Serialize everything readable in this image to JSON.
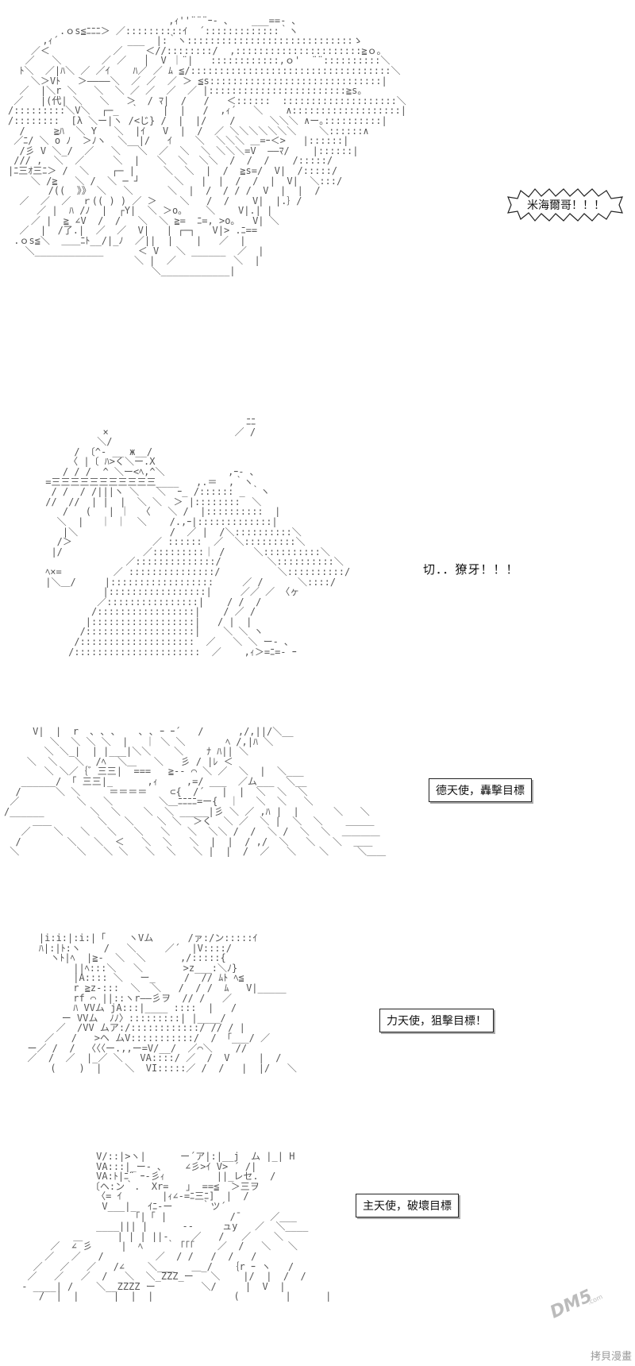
{
  "art": {
    "panel1": "                            ,ｨ''¨¨¨ｰ‐ ､    ___==- ､\n         .ｏs≦ﾆﾆﾆ＞ ／::::::::::ｲ  ´:::::::::::::｀ヽ\n      ,ｨ´            ___  |:｀ヽ:::::::::::::::::::::::::::::ゝ\n    ／＜           ／    ＜//::::::::/  ,::::::::::::::::::::::≧ｏ｡\n   ／   ＼       ／ ／   │  V ｜¨|   ::::::::::::,ｏ'  ¨¨::::::::::＼\n  ﾄ＼  ／|ﾊ＼ ／ ／ｲ    ﾊ／ ／ ﾑ ≦/:::::::::::::::::::::::::::::::::::＼\n    ＼＞Vﾄ   ＞――――＼  ／ ／  ／ ＞ ≦s::::::::::::::::::::::::::::::|\n  ／  |＼r ＼   ＼  ＼ ／ ／  ／  ／ |::::::::::::::::::::::::≧s｡\n ／   |(代| ＼   ＼   ＞  / ﾏ|  /   /   ＜::::::  ::::::::::::::::::::＼\n/:::::::::＼V＼  ┌─_  ｀    |  |   /  ,ｨ´   ＼    ∧:::::::::::::::::::|\n/::::::::  [λ ＼ー|ヽ /<じ} /  |  |/    /      ＼＼＼ ∧ー｡::::::::::|\n  /     ≧ﾊ  ＼ Y   ＼  |ｲ   V  |  /  ／ ＼＼＼＼＼＼＼    ＼::::::∧\n ／ﾆ/ ＼ o ﾉ  ＞ﾉヽ  ＼__|/   ｲ    ＼  ＼＼＼ ＿=ｰ＜>   |::::::|\n  /彡 V ＼_/  ／   ＼   ＼  ／  ＼  ＼ ＼＼＼=V  ――ﾏ/    |::::::|\n /// ,  ＼  ／     ＼  |   ＼  ＼  ＼＼  /  /  /    /:::::/\n|ﾆ三ｵ三ﾆ＞ /  ＼    ┌─ |     ＼  ＼  |  /  ≧s=/  V|  /:::::/\n    ＼ /≧   ＼ /  ＼ ─ ┘      ＼   |  |  /  /  |  V|  ＼:::/\n       /((  》》 ＼   ＼      ＼  |  /  / / /  V  |  |  /\n  ／  ／  ／  ｒ(( ) ) ／ ＞    ＼   /  /    V|  |.｝/\n     ／ |  ﾊ /ﾉ  |  ┌Y|  ＼ ＞o｡    ＼    V|.| |\n    ／ |  ≧ ∠V  /  /   ＼  ＼ ≧=  ﾆ=, >o｡   V| ＼\n  ／  |  /了.|  ／  ／  V|   | ┌─┐   V|> .ﾆ==\n .ｏs≦＼  ＿＿ﾆﾄ__/|_ﾉ  ／||  |    |   ／  |\n   ＼____________      ＜ V   ＼ ______  ／  |\n                      ＼ |  ／          ＼  |\n                         ＼____________|",
    "panel2": "                                    ﾆﾆ\n           ×                      ／ /\n          ＼/\n      / 〔^‐ __ ж__/\n     〈 |〔 ﾊ>く＼ー.X\n    / / /  ^ ＼ー<ﾍ,^＼           ,ｰ‐ ､\n =三三三三三三三三三三三____   ,.＝  ,｀ヽ\n  / /  / /|||ヽ ＼   ＼  ｰ_ /:::::: _ ｀ヽ\n //  //  | |  |  ＼ ＼  ＞ |::::::::  ＼\n    /   (   | ｜  〈   ＼ /  |::::::::::  |\n   ＼  |   ｜ ｜  ＼    /.,ｰ|:::::::::::::|\n    |＼                /  ／ |  /＼::::::::::＼\n   /＞              ／ ::::::  ／  ＼:::::::::＼\n  |/              ／:::::::::｜ /     ＼::::::::::＼\n               ／::::::::::::::/        ＼::::::::::＼\n ﾍ×=         ／ :::::::::::::::/          ＼::::::::::/\n |＼＿/     |::::::::::::::::::     ／ /      ＼::::/\n           |:::::::::::::::::|     ／／ ／ 〈ヶ\n          ／::::::::::::::::|    / /  /\n         /:::::::::::::::::|    / ／ /\n        |::::::::::::::::::|   / |  |\n       /:::::::::::::::::::|    ＼ ＼ ヽ\n      /::::::::::::::::::::  ／   ＼ ＼ ー‐ ､\n     /::::::::::::::::::::::  ／    ,ｨ＞=ﾆ=‐ ｰ",
    "panel3": "     V|  |  r  ､ ､ ､    ､ ､ ｰ ｰ´   /      ,/,||/＼__\n        ＼  ＼ ＼ ＼  |   ｜ ＼ ＼       ﾍ /,|ﾊ ＼\n       ＼ ＼_|  | |___|＼＼    ＼    ﾅ ﾊ|| ＼\n    ＼  ＼   ＼  /ﾍ  ＼＿   ＼   彡 / |ﾚ ＜\n       ＼ ＼／｛゛三三|  ===   ≧-‐ ⌒ ＼ ／  ＼  |  ＼___\n   ______/ 「 三三|_      ,ｨ     ,=/ ___  ／ム___  ＼__\n  /      ＼ ＼     ＝＝＝＝    ⊂{  /´   |  |  ＼  ＼  ＼\n ／          ＼   ＼        ＼＿ﾆﾆﾆﾆ=ー{  ｜   ＼  ＼   ＼\n/______        ＼  ＼    ＼  ＼ _____|彡 ＼ ／ ,ﾊ |  |      ＼   ＼\n     ＿＿        ＼   ＼    ＼ ＼  ＞く  ＼ ／  ＼ |  ＼  ＼    ＿＿＿\n   ／    ＼   ＼   ＼   ＼   ＼   ＼  ＼＼ /  /  ＼ /  ＼  ＼  ＿＿＿＿\n  /        ＼   ＼  ＜   ＼  ＼   ＼  |  |  / ,/  ＼   ＼   ＼  ＿＿\n ＼          ＼   ＼ ＼   ＼  ＼   ＼ |  |  /  ／   ＼    ＼     ＼＿＿",
    "panel4": "    |i:i:|:i:|「    ヽVム      /ァ:/ン:::::ｲ\n    ﾊ|:|ﾄ:ヽ    /   ＼     ／´  |V::::/\n      ヽﾄ|ﾍ  |≧-  ＼  ＼      ,/:::::{\n          ||ﾍ:::＼   ＼       >z___:＼ﾉ}\n          |A:::: ＼   ー_     /  // ﾑﾄ ﾍ≦\n          r ≧z‐:::  ＼  ＼   /  / /  ﾑ   V|_____\n          rf ⌒ ||::ヽr――彡ヲ  // /   ／\n          ﾊ VVム jA:::|____ ::::  |   /\n        ー VVム  ﾉﾉ〉:::::::::| |____/\n       ／  /VV ムア:/::::::::::::/ // / |\n     ／   /   >ヘ ムV:::::::::::/  / 「___/ ／\n  ー／ /  /  〈〈〈ー.,,ー=V/__/  ／⌒＼    //\n  ／  /  ／  |_／ ＼   VA::::/ ／  /  V     |  /\n      (    )  |    ＼  VI:::::／ /  /   |  |/   ＼",
    "panel5": "              V/::|>ヽ|      ー´ア|:|__j  ム |_| H\n              VA:::|_ー‐ ､    ∠彡>ｲ V> ´ /|\n              VA:ﾄ|ﾆ¨ ｰ-彡ｨ         ||_レセ.  /\n             〔ヘ:ン｀.  Xr=   ｣  ==≦  ＞三ヲ\n              〈= ｲ       |ｨ∠-=ﾆ三ﾆ]  |  /\n               V___|_  ｲﾆ‐ー     ｀ツ´\n                    「|「 |           /¯     ／___\n              ____||| |      ‐‐     ュy   ／  ＼____\n          ＿      | | | ||-    ／   /   ／    ＼\n      ／  ∠ 彡     |  ﾍ    ｀「「「    ／  /   ＼   ＼\n     ／   ／   /         ／  / /   /  /   /\n   ／   ／   ／   /∠    ＼___   ＿_/   ｛r ｰ ヽ   /\n  ／   ／   ／  /   ＼  ＼_ZZZ_ー   ＼    |/  |  /  /\n - ____| /    ＼__ZZZZ ー        ＼/     |  V  |\n    /  |  |      |  |  |              (        |      |"
  },
  "captions": {
    "c1": "米海爾哥！！！",
    "c2": "切．．獠牙！！！",
    "c3": "德天使，轟擊目標",
    "c4": "力天使，狙擊目標！",
    "c5": "主天使，破壞目標"
  },
  "watermark": {
    "logo": "DM5",
    "logo_sub": ".com",
    "site": "拷貝漫畫"
  }
}
